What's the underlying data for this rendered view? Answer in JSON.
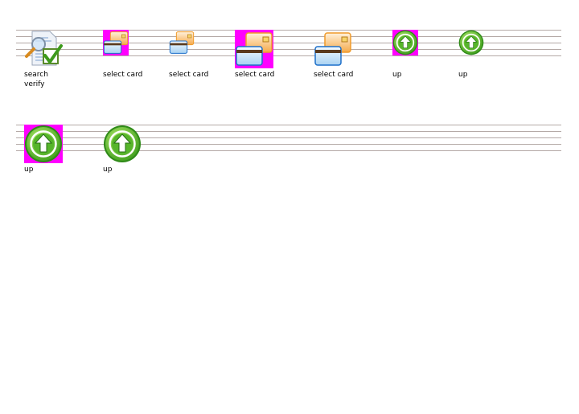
{
  "colors": {
    "magenta": "#ff00ff",
    "rule": "#b4a9a6"
  },
  "icons": [
    {
      "name": "search-verify-icon",
      "label": "search\nverify"
    },
    {
      "name": "select-card-icon",
      "label": "select card"
    },
    {
      "name": "select-card-icon",
      "label": "select card"
    },
    {
      "name": "select-card-icon",
      "label": "select card"
    },
    {
      "name": "select-card-icon",
      "label": "select card"
    },
    {
      "name": "up-icon",
      "label": "up"
    },
    {
      "name": "up-icon",
      "label": "up"
    },
    {
      "name": "up-icon",
      "label": "up"
    },
    {
      "name": "up-icon",
      "label": "up"
    }
  ]
}
